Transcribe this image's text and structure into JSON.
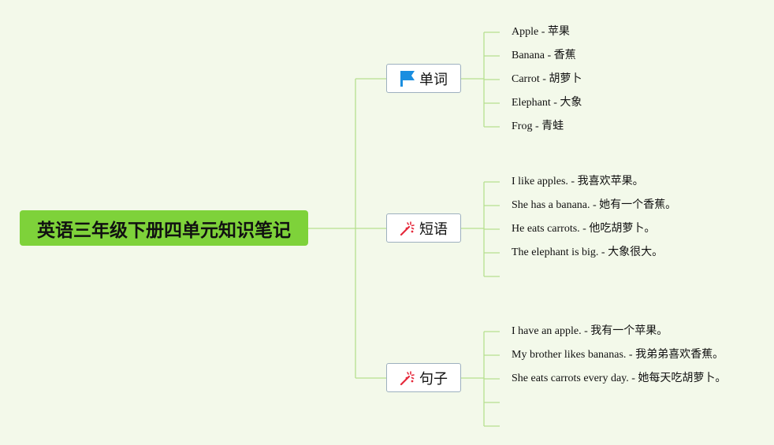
{
  "mindmap": {
    "root": {
      "label": "英语三年级下册四单元知识笔记"
    },
    "branches": [
      {
        "label": "单词",
        "icon": "flag-icon",
        "icon_color": "#1a8ee0",
        "leaves": [
          "Apple - 苹果",
          "Banana - 香蕉",
          "Carrot - 胡萝卜",
          "Elephant - 大象",
          "Frog - 青蛙"
        ]
      },
      {
        "label": "短语",
        "icon": "magic-wand-icon",
        "icon_color": "#e5293b",
        "leaves": [
          "I like apples. - 我喜欢苹果。",
          "She has a banana. - 她有一个香蕉。",
          "He eats carrots. - 他吃胡萝卜。",
          "The elephant is big. - 大象很大。",
          ""
        ]
      },
      {
        "label": "句子",
        "icon": "magic-wand-icon",
        "icon_color": "#e5293b",
        "leaves": [
          "I have an apple. - 我有一个苹果。",
          "My brother likes bananas. - 我弟弟喜欢香蕉。",
          "She eats carrots every day. - 她每天吃胡萝卜。",
          "",
          ""
        ]
      }
    ],
    "colors": {
      "background": "#f3f9ea",
      "root_fill": "#7ed23a",
      "connector": "#b6e08f",
      "branch_border": "#9db0bf"
    }
  }
}
